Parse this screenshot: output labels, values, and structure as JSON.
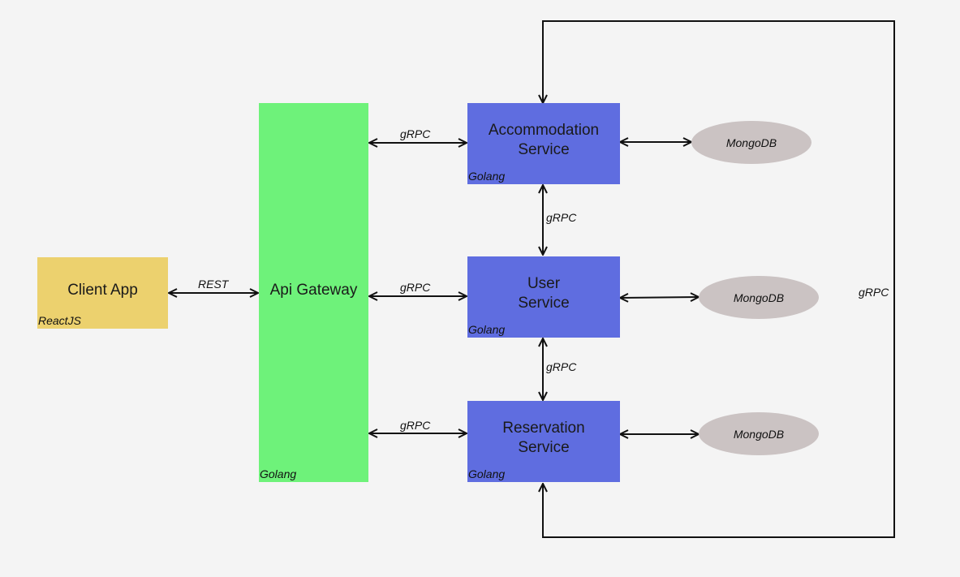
{
  "colors": {
    "client": "#ecd16e",
    "gateway": "#6ef27a",
    "service": "#5f6de0",
    "db": "#cbc3c3",
    "line": "#111111"
  },
  "client": {
    "title": "Client App",
    "tech": "ReactJS"
  },
  "gateway": {
    "title": "Api Gateway",
    "tech": "Golang"
  },
  "services": {
    "accommodation": {
      "line1": "Accommodation",
      "line2": "Service",
      "tech": "Golang"
    },
    "user": {
      "line1": "User",
      "line2": "Service",
      "tech": "Golang"
    },
    "reservation": {
      "line1": "Reservation",
      "line2": "Service",
      "tech": "Golang"
    }
  },
  "databases": {
    "accommodation": "MongoDB",
    "user": "MongoDB",
    "reservation": "MongoDB"
  },
  "connections": {
    "client_gateway": "REST",
    "gateway_accommodation": "gRPC",
    "gateway_user": "gRPC",
    "gateway_reservation": "gRPC",
    "accommodation_user": "gRPC",
    "user_reservation": "gRPC",
    "accommodation_reservation": "gRPC"
  }
}
